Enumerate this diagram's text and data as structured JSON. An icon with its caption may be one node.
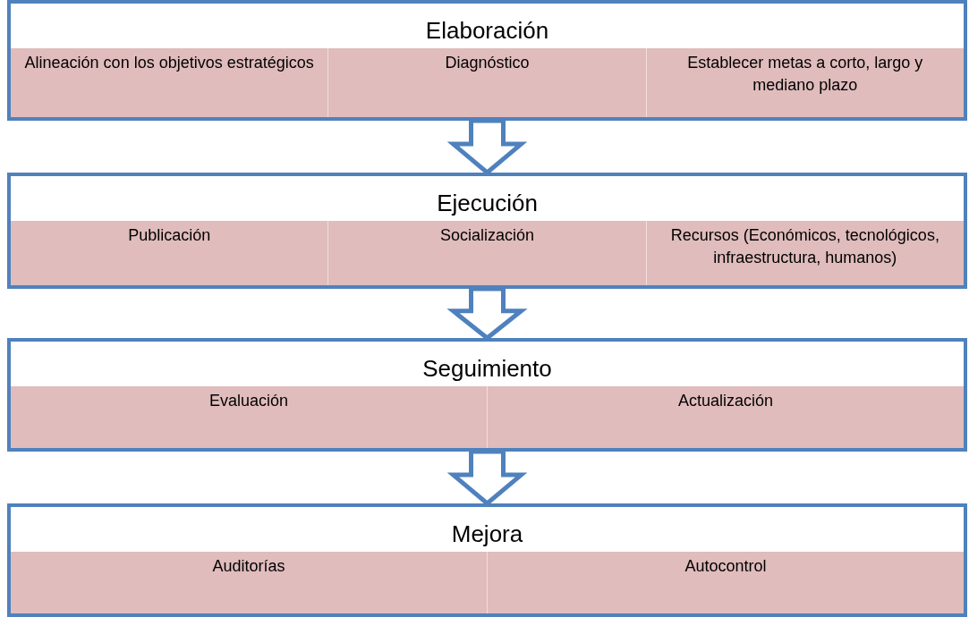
{
  "diagram": {
    "nodes": [
      {
        "text": [
          "Elaboración"
        ]
      },
      {
        "text": [
          "Alineación con los objetivos estratégicos"
        ],
        "in": 0
      },
      {
        "text": [
          "Diagnóstico"
        ],
        "in": 0
      },
      {
        "text": [
          "Establecer metas a corto, largo y mediano plazo"
        ],
        "in": 0
      },
      {
        "text": [
          "Ejecución"
        ]
      },
      {
        "text": [
          "Publicación"
        ],
        "in": 4
      },
      {
        "text": [
          "Socialización"
        ],
        "in": 4
      },
      {
        "text": [
          "Recursos (Económicos, tecnológicos, infraestructura, humanos)"
        ],
        "in": 4
      },
      {
        "text": [
          "Seguimiento"
        ]
      },
      {
        "text": [
          "Evaluación"
        ],
        "in": 8
      },
      {
        "text": [
          "Actualización"
        ],
        "in": 8
      },
      {
        "text": [
          "Mejora"
        ]
      },
      {
        "text": [
          "Auditorías"
        ],
        "in": 11
      },
      {
        "text": [
          "Autocontrol"
        ],
        "in": 11
      }
    ],
    "edges": [
      {
        "from": 0,
        "to": 4,
        "arrow": "to",
        "style": "thick"
      },
      {
        "from": 4,
        "to": 8,
        "arrow": "to",
        "style": "thick"
      },
      {
        "from": 8,
        "to": 11,
        "arrow": "to",
        "style": "thick"
      }
    ]
  }
}
